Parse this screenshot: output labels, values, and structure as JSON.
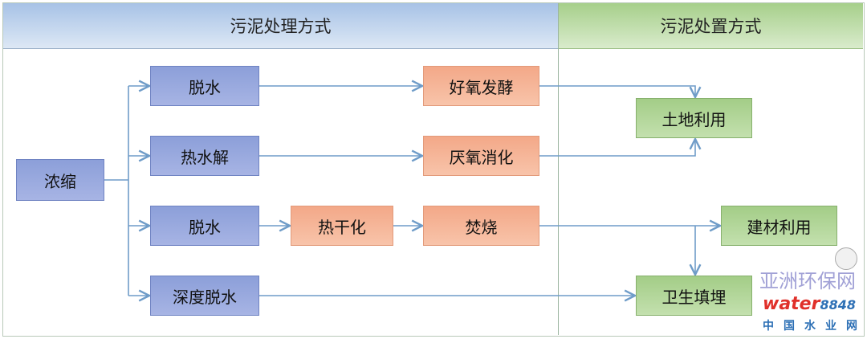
{
  "header": {
    "treatment": "污泥处理方式",
    "disposal": "污泥处置方式"
  },
  "nodes": {
    "thicken": "浓缩",
    "dewater1": "脱水",
    "hydrolysis": "热水解",
    "dewater2": "脱水",
    "deep_dewater": "深度脱水",
    "thermal_dry": "热干化",
    "aerobic": "好氧发酵",
    "anaerobic": "厌氧消化",
    "incinerate": "焚烧",
    "land_use": "土地利用",
    "building": "建材利用",
    "landfill": "卫生填埋"
  },
  "watermark": {
    "text": "亚洲环保网",
    "brand": "water",
    "brand_num": "8848",
    "brand_cn": "中国水业网"
  }
}
